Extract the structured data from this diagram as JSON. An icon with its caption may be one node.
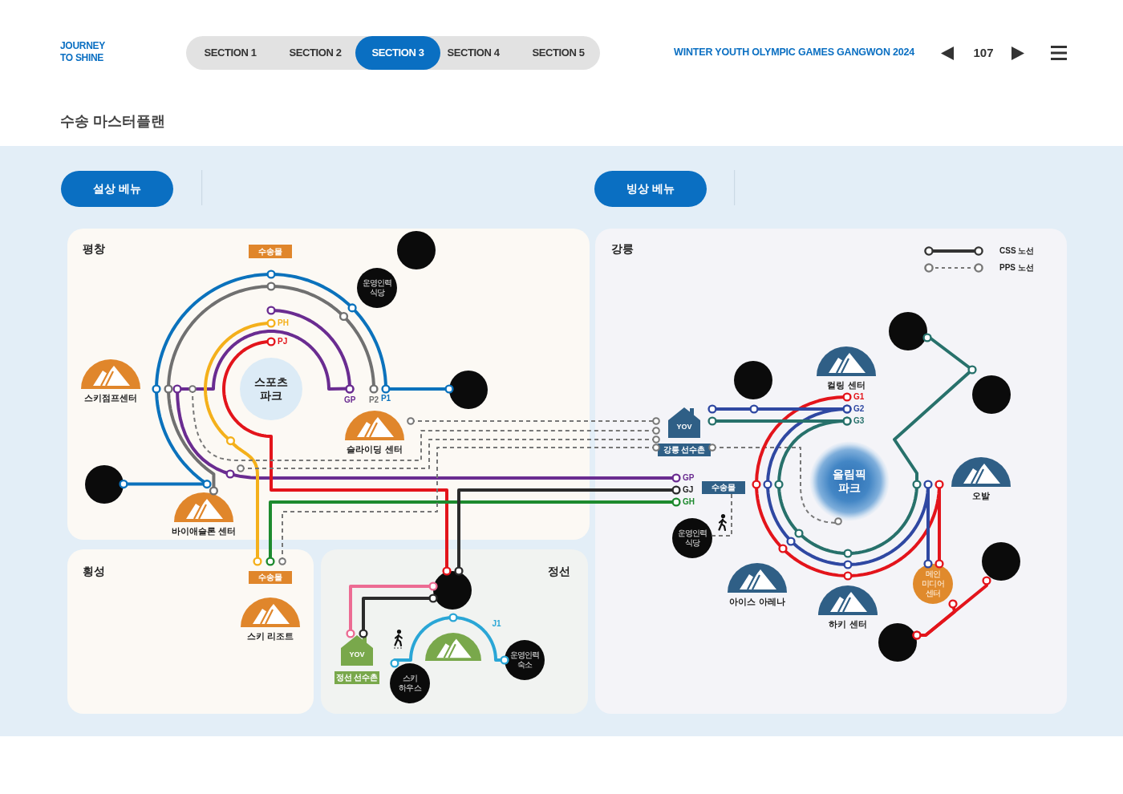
{
  "diagram": {
    "title": "수송 마스터플랜",
    "nodes": [
      {
        "text": [
          "평창"
        ]
      },
      {
        "text": [
          "횡성"
        ]
      },
      {
        "text": [
          "정선"
        ]
      },
      {
        "text": [
          "강릉"
        ]
      },
      {
        "text": [
          "수송몰"
        ],
        "in": 0
      },
      {
        "text": [],
        "shape": "circle",
        "in": 0
      },
      {
        "text": [
          "운영인력 식당"
        ],
        "in": 0
      },
      {
        "text": [
          "스포츠 파크"
        ],
        "in": 0
      },
      {
        "text": [],
        "shape": "circle",
        "in": 0
      },
      {
        "text": [
          "스키점프센터"
        ],
        "in": 0
      },
      {
        "text": [
          "슬라이딩 센터"
        ],
        "in": 0
      },
      {
        "text": [],
        "shape": "circle",
        "in": 0
      },
      {
        "text": [
          "바이애슬론 센터"
        ],
        "in": 0
      },
      {
        "text": [
          "PH"
        ],
        "in": 0
      },
      {
        "text": [
          "PJ"
        ],
        "in": 0
      },
      {
        "text": [
          "GP"
        ],
        "in": 0
      },
      {
        "text": [
          "P2"
        ],
        "in": 0
      },
      {
        "text": [
          "수송몰"
        ],
        "in": 1
      },
      {
        "text": [
          "스키 리조트"
        ],
        "in": 1
      },
      {
        "text": [],
        "shape": "circle",
        "in": 2
      },
      {
        "text": [
          "YOV",
          "정선 선수촌"
        ],
        "in": 2
      },
      {
        "text": [],
        "shape": "picture",
        "in": 2
      },
      {
        "text": [
          "스키 하우스"
        ],
        "in": 2
      },
      {
        "text": [
          "운영인력 숙소"
        ],
        "in": 2
      },
      {
        "text": [],
        "shape": "circle",
        "in": 3
      },
      {
        "text": [],
        "shape": "circle",
        "in": 3
      },
      {
        "text": [
          "컬링 센터"
        ],
        "in": 3
      },
      {
        "text": [],
        "shape": "circle",
        "in": 3
      },
      {
        "text": [
          "YOV",
          "강릉 선수촌"
        ],
        "in": 3
      },
      {
        "text": [
          "G1"
        ],
        "in": 3
      },
      {
        "text": [
          "G2"
        ],
        "in": 3
      },
      {
        "text": [
          "G3"
        ],
        "in": 3
      },
      {
        "text": [
          "올림픽 파크"
        ],
        "in": 3
      },
      {
        "text": [
          "GP"
        ],
        "in": 3
      },
      {
        "text": [
          "GJ"
        ],
        "in": 3
      },
      {
        "text": [
          "GH"
        ],
        "in": 3
      },
      {
        "text": [
          "수송몰"
        ],
        "in": 3
      },
      {
        "text": [
          "오발"
        ],
        "in": 3
      },
      {
        "text": [
          "운영인력 식당"
        ],
        "in": 3
      },
      {
        "text": [
          "아이스 아레나"
        ],
        "in": 3
      },
      {
        "text": [
          "하키 센터"
        ],
        "in": 3
      },
      {
        "text": [
          "메인 미디어 센터"
        ],
        "in": 3
      },
      {
        "text": [],
        "shape": "circle",
        "in": 3
      },
      {
        "text": [],
        "shape": "circle",
        "in": 3
      }
    ],
    "edges": [
      {
        "from": 8,
        "to": 11,
        "arrow": "other",
        "color": "#0b72bc"
      },
      {
        "from": 16,
        "to": 12,
        "arrow": "other",
        "color": "#707070"
      },
      {
        "from": 15,
        "to": 33,
        "arrow": "other",
        "color": "#6a2c91"
      },
      {
        "from": 15,
        "to": 13,
        "arrow": "other",
        "color": "#6a2c91"
      },
      {
        "from": 13,
        "to": 17,
        "arrow": "other",
        "color": "#f4b01b"
      },
      {
        "from": 14,
        "to": 19,
        "arrow": "other",
        "color": "#e3141b"
      },
      {
        "from": 35,
        "to": 17,
        "arrow": "other",
        "color": "#1d8a2e"
      },
      {
        "from": 34,
        "to": 19,
        "arrow": "other",
        "color": "#2b2b2b"
      },
      {
        "from": 10,
        "to": 28,
        "arrow": "other",
        "style": "dashed",
        "color": "#777777"
      },
      {
        "from": null,
        "to": 28,
        "arrow": "other",
        "style": "dashed",
        "color": "#777777"
      },
      {
        "from": null,
        "to": 28,
        "arrow": "other",
        "style": "dashed",
        "color": "#777777"
      },
      {
        "from": 17,
        "to": 28,
        "arrow": "other",
        "style": "dashed",
        "color": "#777777"
      },
      {
        "from": 28,
        "to": 32,
        "arrow": "other",
        "style": "dashed",
        "color": "#777777"
      },
      {
        "from": 36,
        "to": 38,
        "arrow": "none",
        "style": "dashed",
        "color": "#777777"
      },
      {
        "from": 29,
        "to": 41,
        "arrow": "other",
        "color": "#e3141b"
      },
      {
        "from": 30,
        "to": 28,
        "arrow": "other",
        "color": "#2f48a2"
      },
      {
        "from": 30,
        "to": 41,
        "arrow": "other",
        "color": "#2f48a2"
      },
      {
        "from": 31,
        "to": 28,
        "arrow": "other",
        "color": "#27716b"
      },
      {
        "from": 31,
        "to": 25,
        "arrow": "other",
        "color": "#27716b"
      },
      {
        "from": 43,
        "to": 42,
        "arrow": "other",
        "color": "#e3141b"
      },
      {
        "from": 41,
        "to": 43,
        "arrow": "other",
        "color": "#e3141b"
      },
      {
        "from": 19,
        "to": 20,
        "arrow": "other",
        "color": "#ec6b93"
      },
      {
        "from": 19,
        "to": 20,
        "arrow": "other",
        "color": "#2b2b2b"
      },
      {
        "from": 22,
        "to": 23,
        "arrow": "other",
        "color": "#2aa6d6"
      }
    ],
    "labels": [
      "JOURNEY TO SHINE",
      "SECTION 1",
      "SECTION 2",
      "SECTION 3",
      "SECTION 4",
      "SECTION 5",
      "WINTER YOUTH OLYMPIC GAMES GANGWON 2024",
      "107",
      "설상 베뉴",
      "빙상 베뉴",
      "P1",
      "J1"
    ],
    "legend": [
      {
        "text": "CSS 노선"
      },
      {
        "text": "PPS 노선"
      }
    ]
  }
}
